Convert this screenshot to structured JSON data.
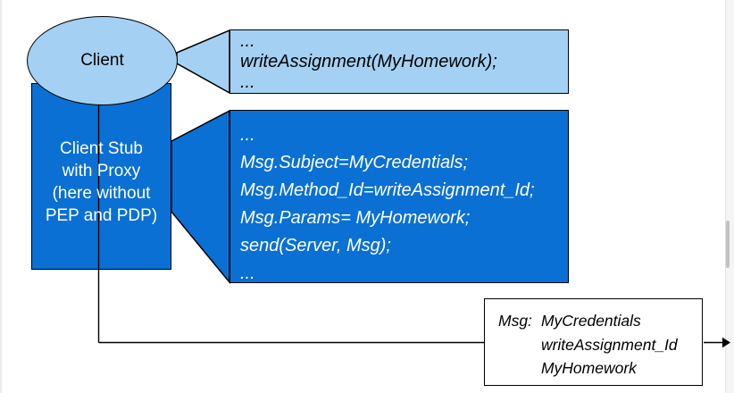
{
  "diagram": {
    "client": {
      "label": "Client"
    },
    "client_stub": {
      "label_lines": [
        "Client Stub",
        "with Proxy",
        "(here without",
        "PEP and PDP)"
      ]
    },
    "client_code_callout": {
      "lines": [
        "...",
        "writeAssignment(MyHomework);",
        "..."
      ]
    },
    "stub_code_callout": {
      "lines": [
        "...",
        "Msg.Subject=MyCredentials;",
        "Msg.Method_Id=writeAssignment_Id;",
        "Msg.Params= MyHomework;",
        "send(Server, Msg);",
        "..."
      ]
    },
    "message_box": {
      "label": "Msg:",
      "values": [
        "MyCredentials",
        "writeAssignment_Id",
        "MyHomework"
      ]
    },
    "colors": {
      "light_blue": "#a4d1f3",
      "dark_blue": "#0a70d4",
      "outline": "#000000"
    }
  }
}
